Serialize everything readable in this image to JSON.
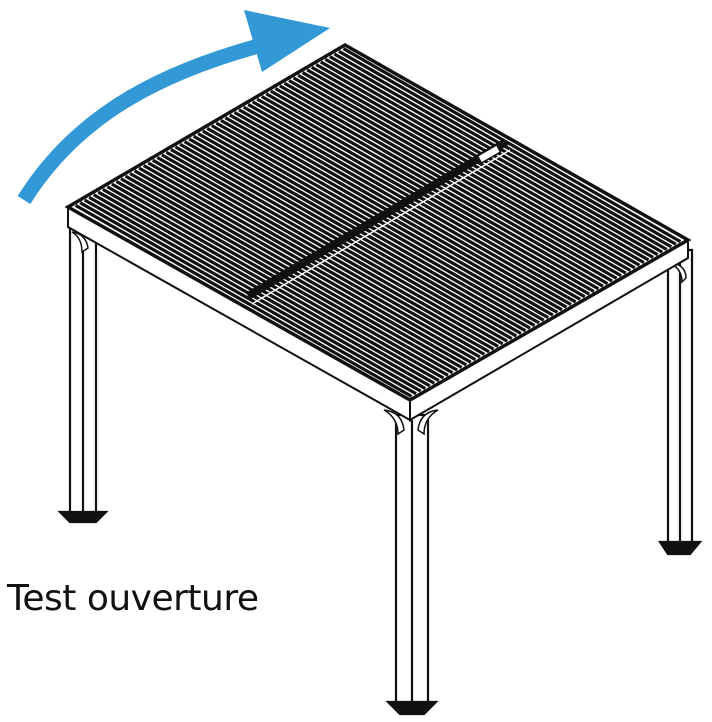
{
  "figure": {
    "caption": "Test ouverture",
    "subject": "pergola-with-louvered-roof",
    "arrow_color": "#3399d6",
    "line_color": "#111111",
    "background": "#ffffff",
    "louvers_per_half": 30,
    "arrow_meaning": "opening-rotation"
  }
}
